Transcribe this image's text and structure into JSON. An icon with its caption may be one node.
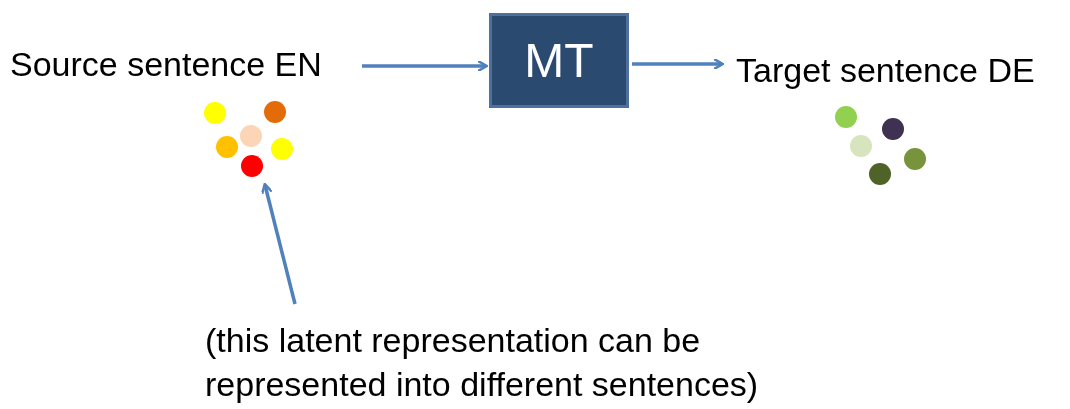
{
  "diagram": {
    "nodes": [
      {
        "text": [
          "Source sentence EN"
        ]
      },
      {
        "text": [
          "MT"
        ]
      },
      {
        "text": [
          "Target sentence DE"
        ]
      },
      {
        "text": [],
        "shape": "dots"
      },
      {
        "text": [
          "(this latent representation can be represented into different sentences)"
        ]
      }
    ],
    "edges": [
      {
        "from": 0,
        "to": 1,
        "arrow": "to"
      },
      {
        "from": 1,
        "to": 2,
        "arrow": "to"
      },
      {
        "from": 4,
        "to": 3,
        "arrow": "to"
      }
    ]
  }
}
